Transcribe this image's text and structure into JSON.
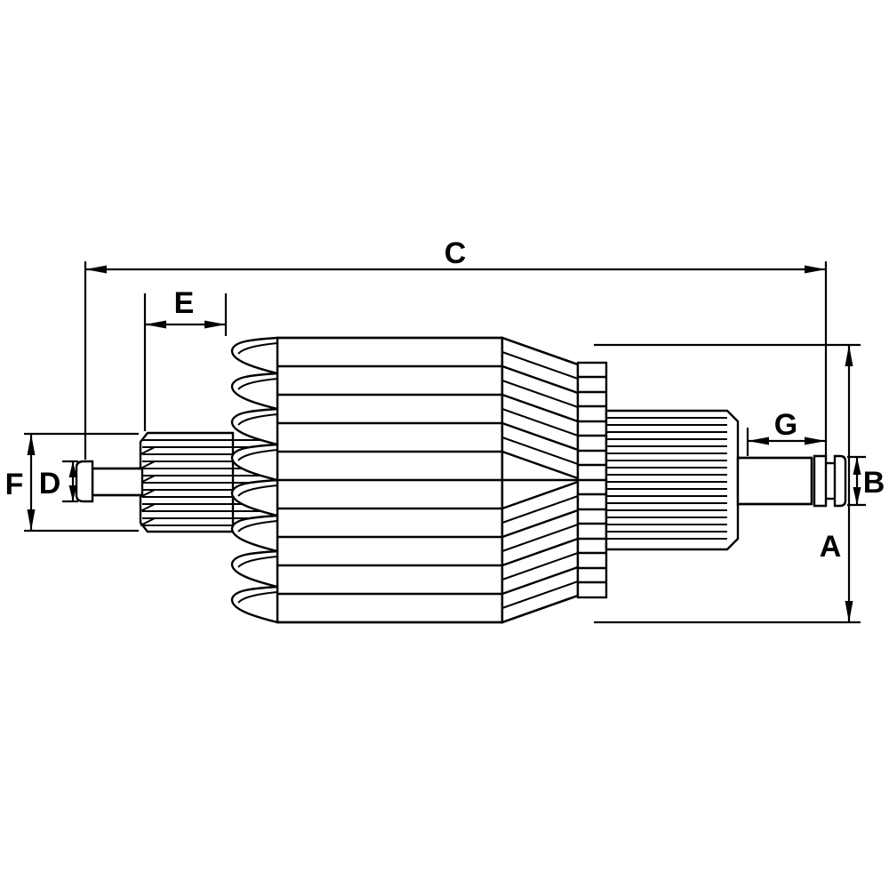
{
  "background": "#ffffff",
  "line_color": "#000000",
  "labels": {
    "A": "A",
    "B": "B",
    "C": "C",
    "D": "D",
    "E": "E",
    "F": "F",
    "G": "G"
  }
}
